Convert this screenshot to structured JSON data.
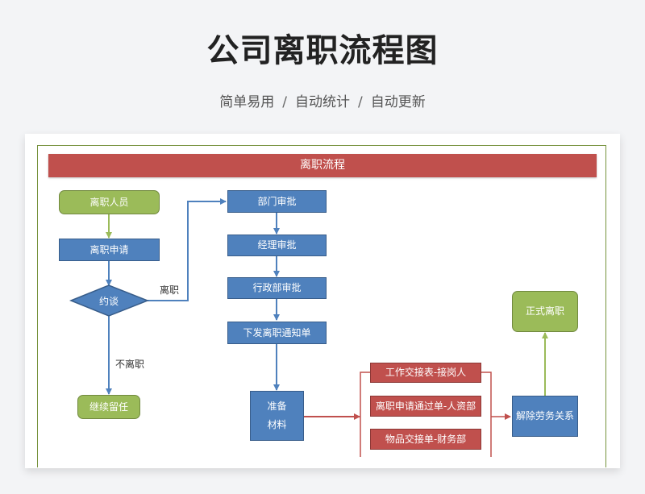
{
  "page": {
    "title": "公司离职流程图",
    "subtitle": [
      "简单易用",
      "自动统计",
      "自动更新"
    ],
    "separator": "/"
  },
  "diagram": {
    "header": "离职流程",
    "nodes": {
      "resigning_person": "离职人员",
      "resignation_application": "离职申请",
      "interview": "约谈",
      "continue_employment": "继续留任",
      "department_approval": "部门审批",
      "manager_approval": "经理审批",
      "admin_approval": "行政部审批",
      "issue_notice": "下发离职通知单",
      "prepare_materials_line1": "准备",
      "prepare_materials_line2": "材料",
      "handover_form": "工作交接表-接岗人",
      "approval_form": "离职申请通过单-人资部",
      "items_handover": "物品交接单-财务部",
      "terminate_contract": "解除劳务关系",
      "formal_resignation": "正式离职"
    },
    "edge_labels": {
      "resign": "离职",
      "not_resign": "不离职"
    },
    "colors": {
      "header_red": "#c0504d",
      "node_blue": "#4f81bd",
      "node_green": "#9bbb59",
      "node_red": "#c0504d",
      "frame_border": "#76923c"
    }
  }
}
